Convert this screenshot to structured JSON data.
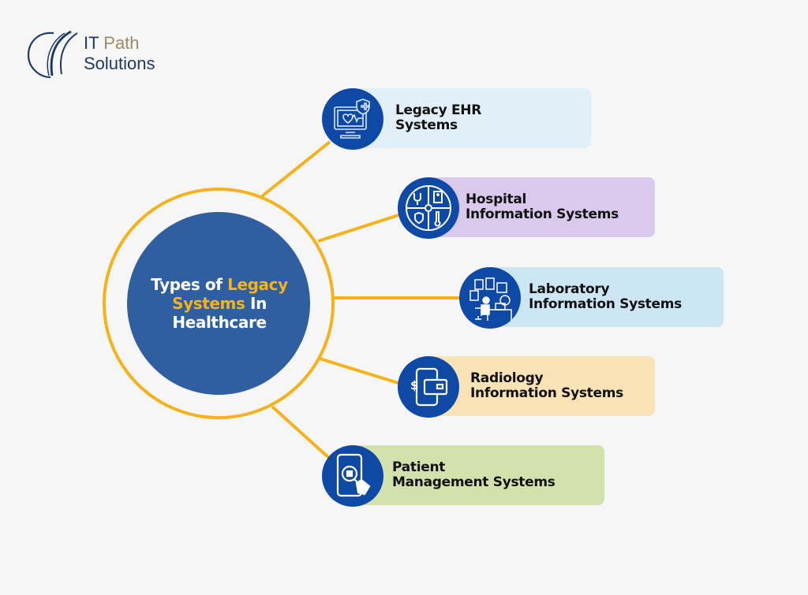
{
  "logo": {
    "line1_a": "IT ",
    "line1_b": "Path",
    "line2": "Solutions"
  },
  "center": {
    "part1": "Types of ",
    "part2": "Legacy",
    "part3": "Systems",
    "part4": " In",
    "part5": "Healthcare"
  },
  "items": [
    {
      "line1": "Legacy EHR",
      "line2": "Systems",
      "icon": "monitor-heart-shield-icon",
      "bg": "#e1eff8"
    },
    {
      "line1": "Hospital",
      "line2": "Information Systems",
      "icon": "hospital-quadrant-icon",
      "bg": "#d9c9ec"
    },
    {
      "line1": "Laboratory",
      "line2": "Information Systems",
      "icon": "lab-worker-desk-icon",
      "bg": "#cde6f4"
    },
    {
      "line1": "Radiology",
      "line2": "Information Systems",
      "icon": "phone-payment-card-icon",
      "bg": "#f8e3b6"
    },
    {
      "line1": "Patient",
      "line2": "Management Systems",
      "icon": "tablet-search-hand-icon",
      "bg": "#d3e2ad"
    }
  ],
  "colors": {
    "accent": "#f5b21b",
    "center_blue": "#2f5fa0",
    "badge_blue": "#0f49a6",
    "background": "#f6f6f6"
  }
}
